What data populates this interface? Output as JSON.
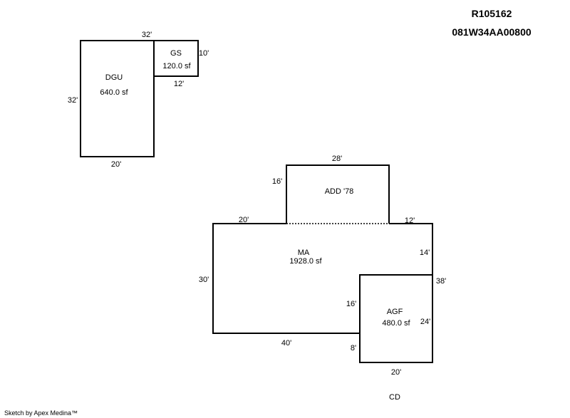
{
  "header": {
    "account_id": "R105162",
    "map_tax_lot": "081W34AA00800"
  },
  "footer": {
    "code": "CD",
    "credit": "Sketch by Apex Medina™"
  },
  "areas": {
    "dgu": {
      "name": "DGU",
      "area": "640.0 sf"
    },
    "gs": {
      "name": "GS",
      "area": "120.0 sf"
    },
    "add": {
      "name": "ADD '78"
    },
    "ma": {
      "name": "MA",
      "area": "1928.0 sf"
    },
    "agf": {
      "name": "AGF",
      "area": "480.0 sf"
    }
  },
  "dimensions": {
    "dgu_gs_top": "32'",
    "gs_right": "10'",
    "gs_bottom": "12'",
    "dgu_left": "32'",
    "dgu_bottom": "20'",
    "add_top": "28'",
    "add_left": "16'",
    "ma_top_left": "20'",
    "ma_top_right": "12'",
    "ma_right_upper": "14'",
    "ma_right_total": "38'",
    "ma_left": "30'",
    "agf_left": "16'",
    "ma_bottom": "40'",
    "agf_left_lower": "8'",
    "agf_right": "24'",
    "agf_bottom": "20'"
  }
}
